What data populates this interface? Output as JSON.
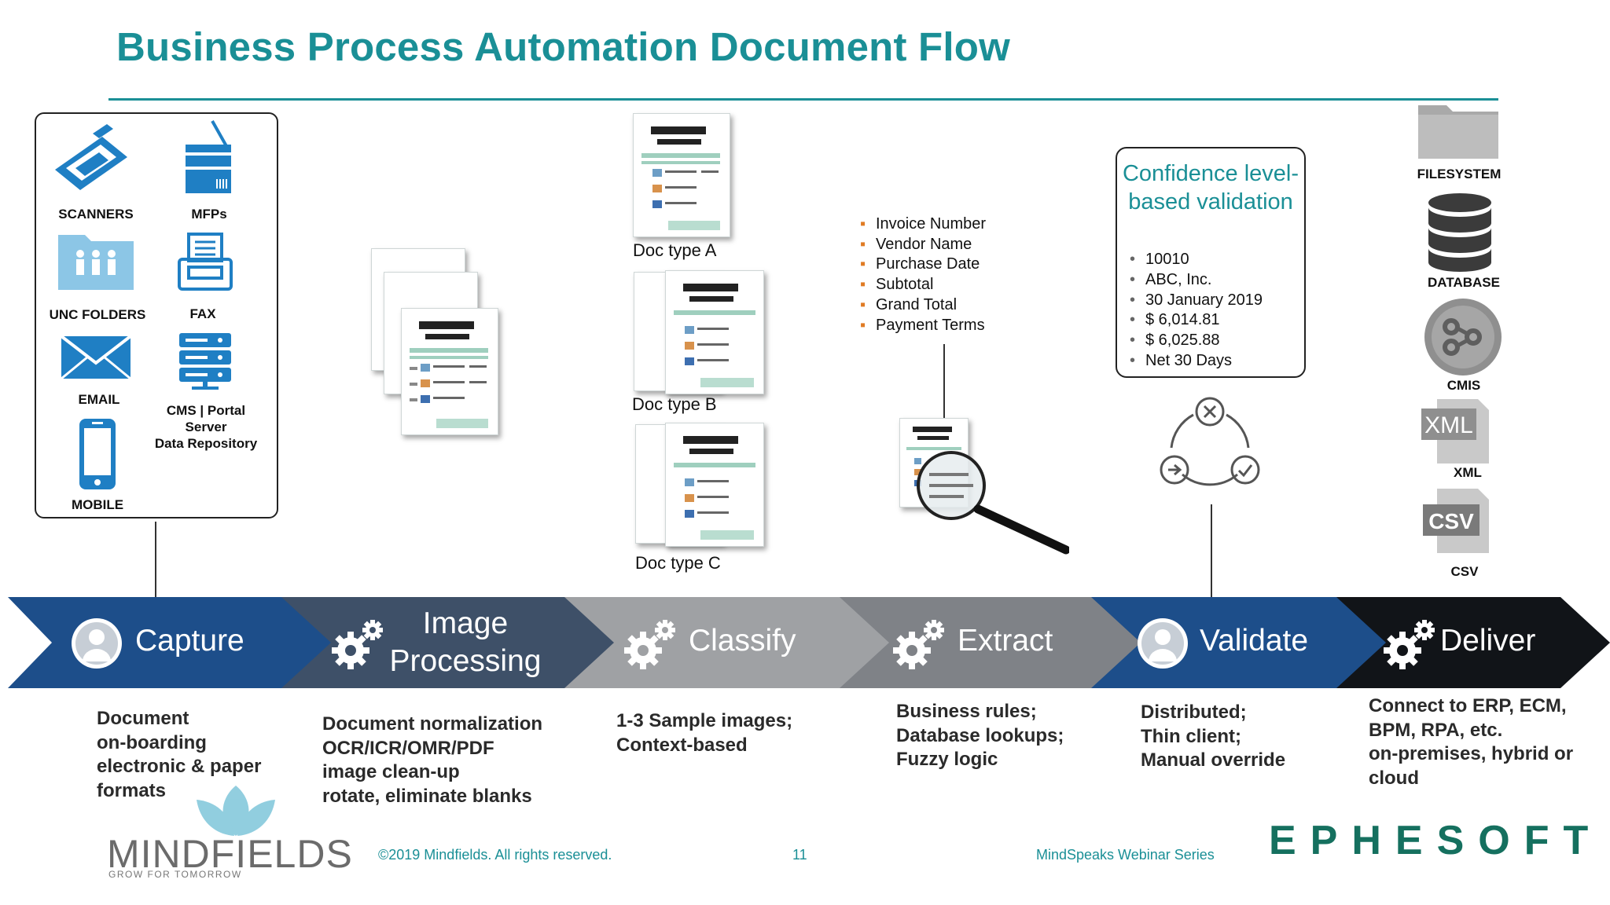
{
  "slide": {
    "title": "Business Process Automation Document Flow"
  },
  "sources": {
    "items": [
      {
        "label": "SCANNERS",
        "icon": "scanner-icon"
      },
      {
        "label": "MFPs",
        "icon": "mfp-icon"
      },
      {
        "label": "UNC FOLDERS",
        "icon": "shared-folder-icon"
      },
      {
        "label": "FAX",
        "icon": "fax-icon"
      },
      {
        "label": "EMAIL",
        "icon": "envelope-icon"
      },
      {
        "label": "CMS | Portal\nServer\nData Repository",
        "icon": "server-icon"
      },
      {
        "label": "MOBILE",
        "icon": "phone-icon"
      }
    ]
  },
  "doc_types": [
    "Doc type A",
    "Doc type B",
    "Doc type C"
  ],
  "extract_fields": [
    "Invoice Number",
    "Vendor Name",
    "Purchase Date",
    "Subtotal",
    "Grand Total",
    "Payment Terms"
  ],
  "validation": {
    "title": "Confidence level-based validation",
    "values": [
      "10010",
      "ABC, Inc.",
      "30 January 2019",
      "$ 6,014.81",
      "$ 6,025.88",
      "Net 30 Days"
    ]
  },
  "outputs": [
    {
      "label": "FILESYSTEM",
      "icon": "folder-icon"
    },
    {
      "label": "DATABASE",
      "icon": "database-icon"
    },
    {
      "label": "CMIS",
      "icon": "cmis-icon"
    },
    {
      "label": "XML",
      "icon": "xml-file-icon"
    },
    {
      "label": "CSV",
      "icon": "csv-file-icon"
    }
  ],
  "stages": [
    {
      "label": "Capture",
      "icon": "user-icon",
      "color": "#1d4e8a",
      "desc": [
        "Document",
        "on-boarding",
        "electronic & paper",
        "formats"
      ]
    },
    {
      "label": "Image\nProcessing",
      "icon": "gears-icon",
      "color": "#3e5068",
      "desc": [
        "Document normalization",
        "OCR/ICR/OMR/PDF",
        "image clean-up",
        "rotate, eliminate blanks"
      ]
    },
    {
      "label": "Classify",
      "icon": "gears-icon",
      "color": "#9fa1a4",
      "desc": [
        "1-3 Sample images;",
        "Context-based"
      ]
    },
    {
      "label": "Extract",
      "icon": "gears-icon",
      "color": "#7f8287",
      "desc": [
        "Business rules;",
        "Database lookups;",
        "Fuzzy logic"
      ]
    },
    {
      "label": "Validate",
      "icon": "user-icon",
      "color": "#1d4e8a",
      "desc": [
        "Distributed;",
        "Thin client;",
        "Manual override"
      ]
    },
    {
      "label": "Deliver",
      "icon": "gears-icon",
      "color": "#111418",
      "desc": [
        "Connect to ERP, ECM,",
        "BPM, RPA, etc.",
        "on-premises, hybrid or",
        "cloud"
      ]
    }
  ],
  "footer": {
    "logo_text": "MINDFIELDS",
    "logo_tagline": "GROW FOR TOMORROW",
    "copyright": "©2019 Mindfields. All rights reserved.",
    "page_number": "11",
    "series": "MindSpeaks Webinar Series",
    "partner_logo": "EPHESOFT"
  },
  "colors": {
    "accent": "#1a8f96",
    "bullet_orange": "#e07b24"
  }
}
